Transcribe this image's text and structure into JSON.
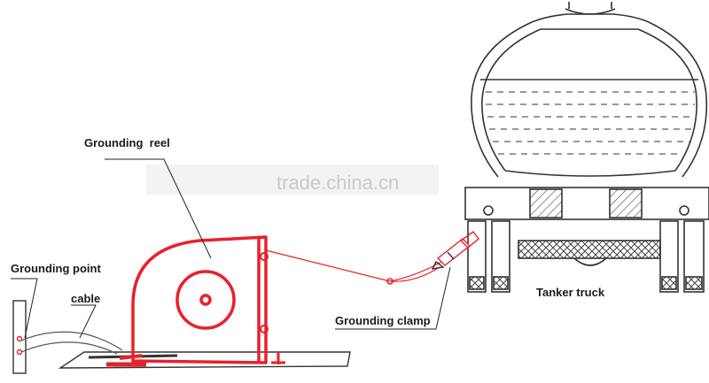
{
  "labels": {
    "grounding_reel": "Grounding  reel",
    "grounding_point": "Grounding point",
    "cable": "cable",
    "grounding_clamp": "Grounding clamp",
    "tanker_truck": "Tanker truck"
  },
  "watermark": "trade.china.cn",
  "colors": {
    "reel": "#e8202a",
    "line": "#333333",
    "hatch": "#555555",
    "background": "#ffffff"
  }
}
